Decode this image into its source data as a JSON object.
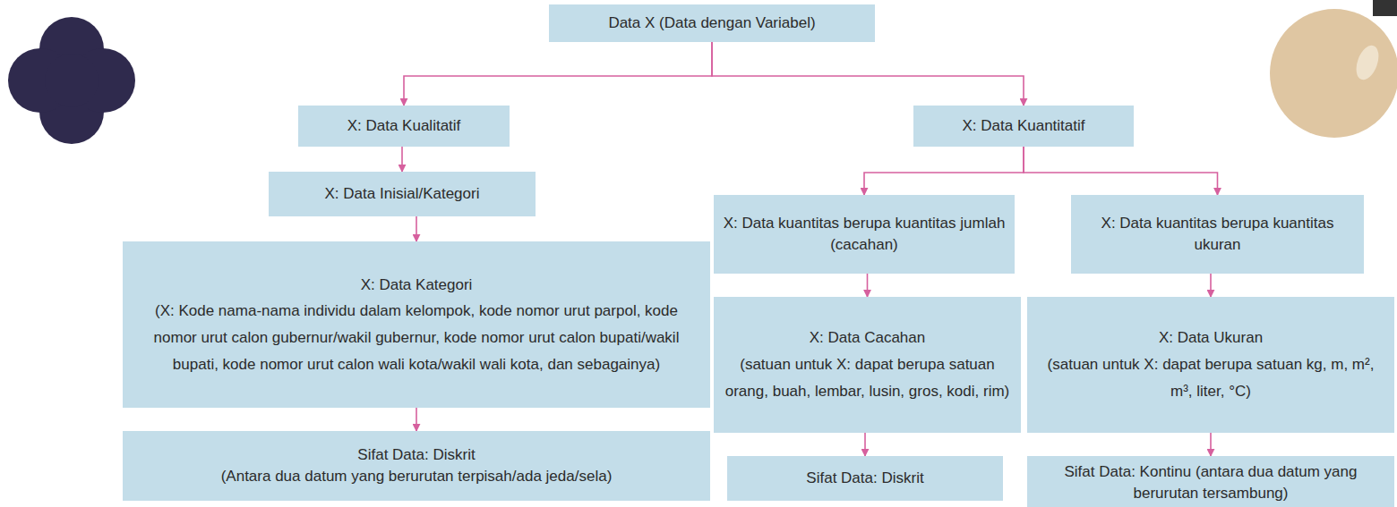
{
  "diagram": {
    "nodes": [
      {
        "text": [
          "Data X (Data dengan Variabel)"
        ]
      },
      {
        "text": [
          "X: Data Kualitatif"
        ]
      },
      {
        "text": [
          "X: Data Inisial/Kategori"
        ]
      },
      {
        "text": [
          "X: Data Kategori",
          "(X: Kode nama-nama individu dalam kelompok, kode nomor urut parpol, kode nomor urut calon gubernur/wakil gubernur, kode nomor urut calon bupati/wakil bupati, kode nomor urut calon wali kota/wakil wali kota, dan sebagainya)"
        ]
      },
      {
        "text": [
          "Sifat Data: Diskrit",
          "(Antara dua datum yang berurutan terpisah/ada jeda/sela)"
        ]
      },
      {
        "text": [
          "X: Data Kuantitatif"
        ]
      },
      {
        "text": [
          "X: Data kuantitas berupa kuantitas jumlah (cacahan)"
        ]
      },
      {
        "text": [
          "X: Data Cacahan",
          "(satuan untuk X: dapat berupa satuan orang, buah, lembar, lusin, gros, kodi, rim)"
        ]
      },
      {
        "text": [
          "Sifat Data: Diskrit"
        ]
      },
      {
        "text": [
          "X: Data kuantitas berupa kuantitas ukuran"
        ]
      },
      {
        "text": [
          "X: Data Ukuran",
          "(satuan untuk X: dapat berupa satuan kg, m, m², m³, liter, °C)"
        ]
      },
      {
        "text": [
          "Sifat Data: Kontinu (antara dua datum yang berurutan tersambung)"
        ]
      }
    ],
    "edges": [
      {
        "from": 0,
        "to": 1,
        "arrow": "to"
      },
      {
        "from": 0,
        "to": 5,
        "arrow": "to"
      },
      {
        "from": 1,
        "to": 2,
        "arrow": "to"
      },
      {
        "from": 2,
        "to": 3,
        "arrow": "to"
      },
      {
        "from": 3,
        "to": 4,
        "arrow": "to"
      },
      {
        "from": 5,
        "to": 6,
        "arrow": "to"
      },
      {
        "from": 5,
        "to": 9,
        "arrow": "to"
      },
      {
        "from": 6,
        "to": 7,
        "arrow": "to"
      },
      {
        "from": 7,
        "to": 8,
        "arrow": "to"
      },
      {
        "from": 9,
        "to": 10,
        "arrow": "to"
      },
      {
        "from": 10,
        "to": 11,
        "arrow": "to"
      }
    ]
  }
}
